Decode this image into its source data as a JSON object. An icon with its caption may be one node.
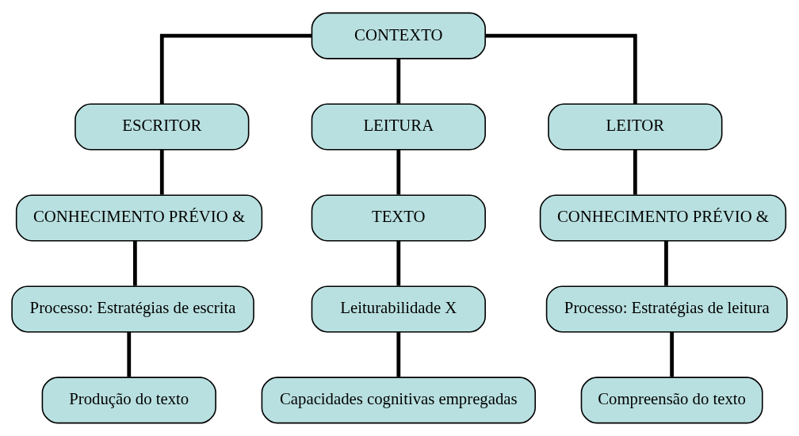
{
  "diagram": {
    "nodes": [
      {
        "text": [
          "CONTEXTO"
        ]
      },
      {
        "text": [
          "ESCRITOR"
        ]
      },
      {
        "text": [
          "LEITURA"
        ]
      },
      {
        "text": [
          "LEITOR"
        ]
      },
      {
        "text": [
          "CONHECIMENTO PRÉVIO &"
        ]
      },
      {
        "text": [
          "TEXTO"
        ]
      },
      {
        "text": [
          "CONHECIMENTO PRÉVIO &"
        ]
      },
      {
        "text": [
          "Processo: Estratégias de escrita"
        ]
      },
      {
        "text": [
          "Leiturabilidade X"
        ]
      },
      {
        "text": [
          "Processo: Estratégias de leitura"
        ]
      },
      {
        "text": [
          "Produção do texto"
        ]
      },
      {
        "text": [
          "Capacidades cognitivas empregadas"
        ]
      },
      {
        "text": [
          "Compreensão do texto"
        ]
      }
    ],
    "edges": [
      {
        "from": 0,
        "to": 1,
        "arrow": "none"
      },
      {
        "from": 0,
        "to": 2,
        "arrow": "none"
      },
      {
        "from": 0,
        "to": 3,
        "arrow": "none"
      },
      {
        "from": 1,
        "to": 4,
        "arrow": "none"
      },
      {
        "from": 2,
        "to": 5,
        "arrow": "none"
      },
      {
        "from": 3,
        "to": 6,
        "arrow": "none"
      },
      {
        "from": 4,
        "to": 7,
        "arrow": "none"
      },
      {
        "from": 5,
        "to": 8,
        "arrow": "none"
      },
      {
        "from": 6,
        "to": 9,
        "arrow": "none"
      },
      {
        "from": 7,
        "to": 10,
        "arrow": "none"
      },
      {
        "from": 8,
        "to": 11,
        "arrow": "none"
      },
      {
        "from": 9,
        "to": 12,
        "arrow": "none"
      }
    ]
  }
}
